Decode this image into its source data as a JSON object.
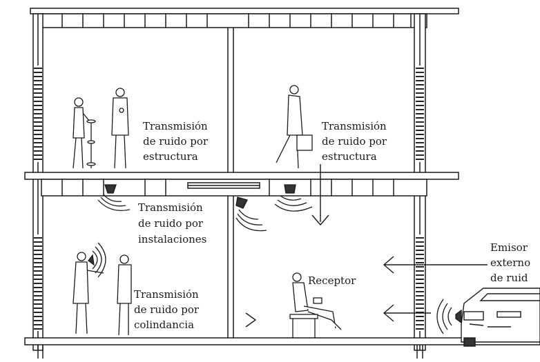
{
  "labels": {
    "upper_left": [
      "Transmisión",
      "de ruido por",
      "estructura"
    ],
    "upper_right": [
      "Transmisión",
      "de ruido por",
      "estructura"
    ],
    "middle": [
      "Transmisión",
      "de ruido por",
      "instalaciones"
    ],
    "lower_left": [
      "Transmisión",
      "de ruido por",
      "colindancia"
    ],
    "receptor": "Receptor",
    "external": [
      "Emisor",
      "externo",
      "de ruid"
    ]
  },
  "colors": {
    "line": "#1a1a1a",
    "background": "#ffffff"
  }
}
